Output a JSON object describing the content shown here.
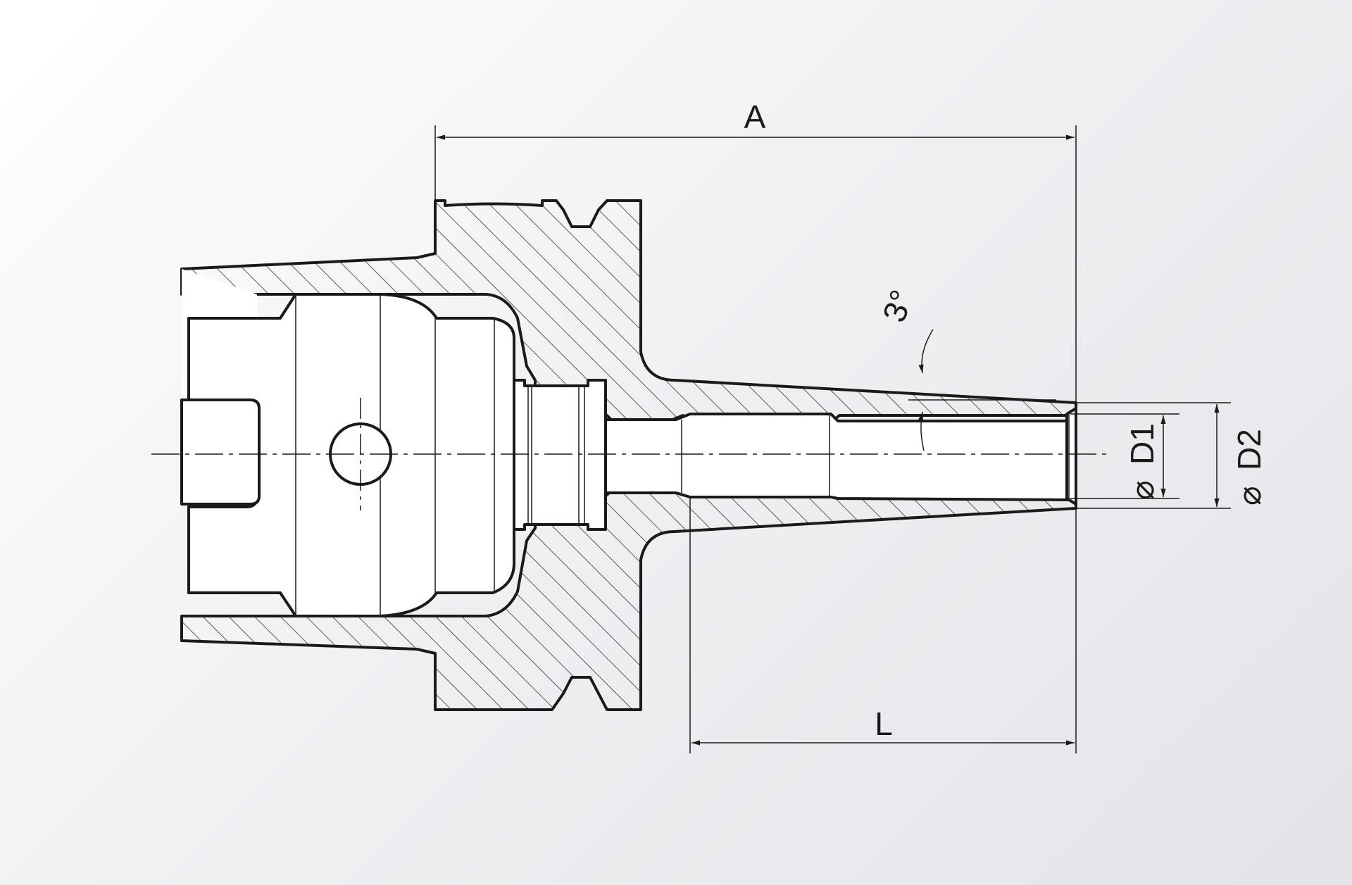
{
  "drawing": {
    "dimension_labels": {
      "overall_length": "A",
      "projection_length": "L",
      "taper_angle": "3°",
      "bore_diameter_symbol": "⌀",
      "bore_diameter": "D1",
      "outer_diameter_symbol": "⌀",
      "outer_diameter": "D2"
    },
    "colors": {
      "line": "#1a1a1a",
      "background": "#f1f1f2"
    }
  }
}
